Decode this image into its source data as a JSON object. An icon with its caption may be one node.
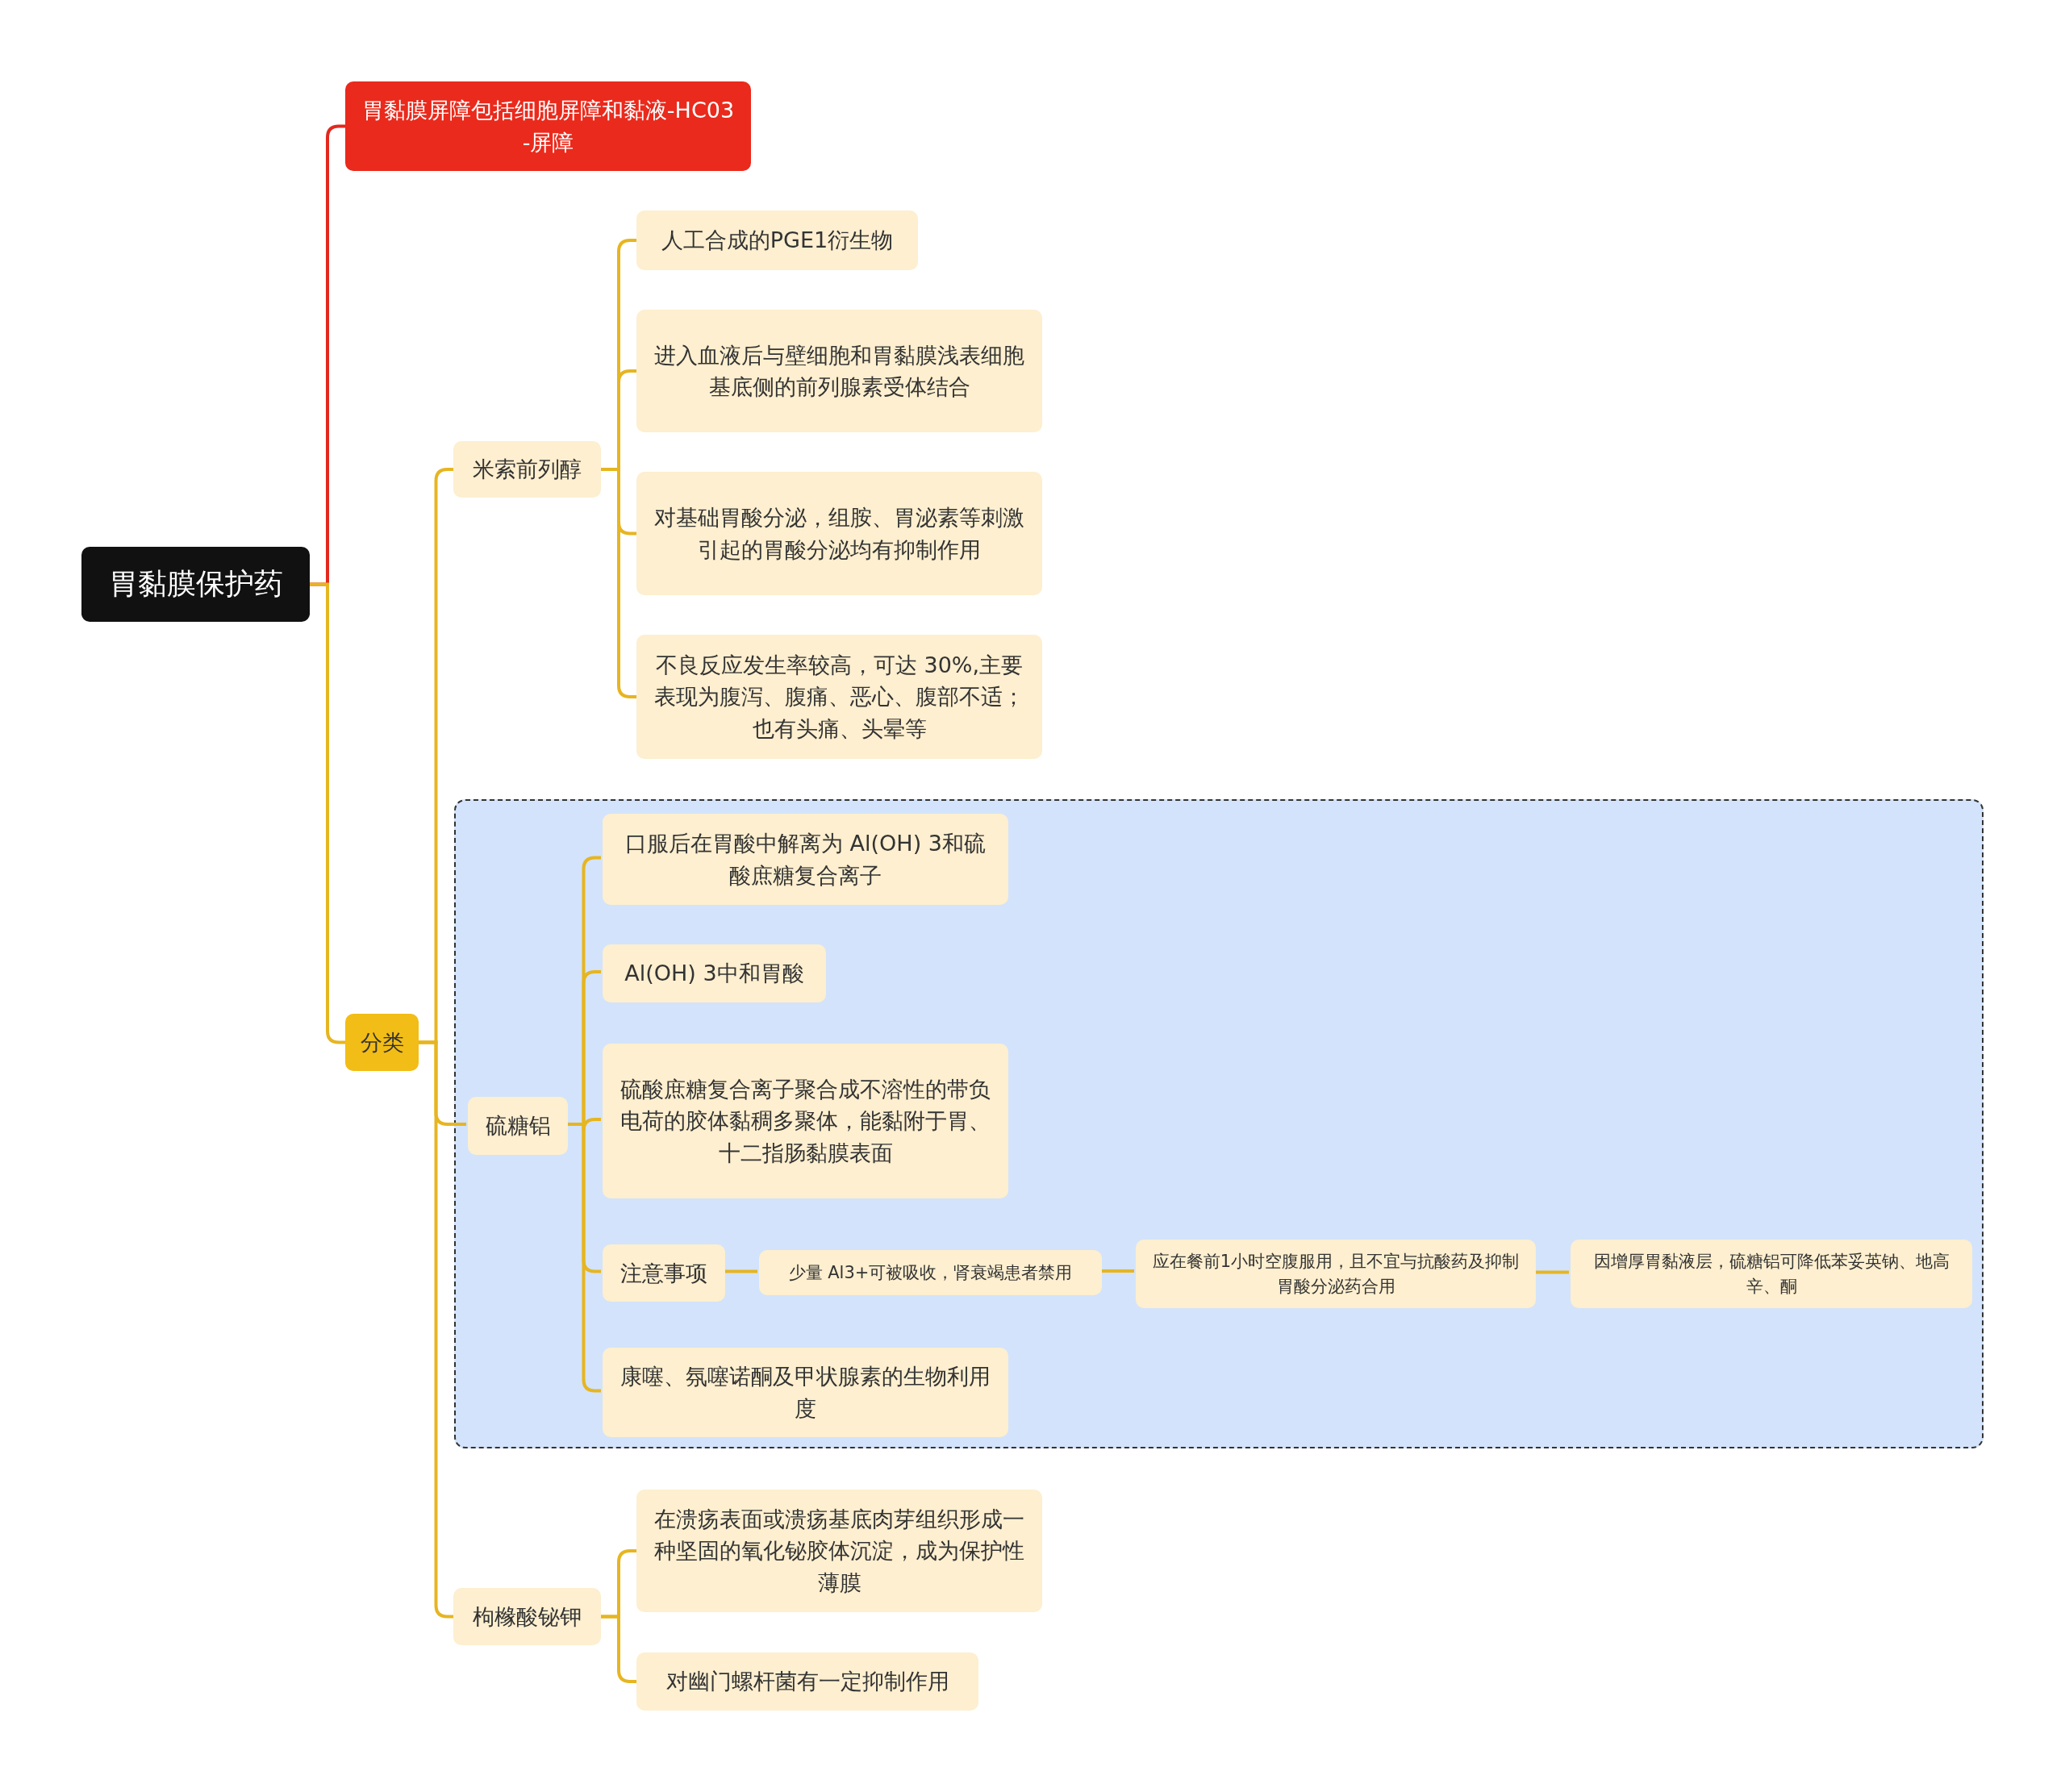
{
  "diagram": {
    "nodes": [
      {
        "text": [
          "胃黏膜保护药"
        ]
      },
      {
        "text": [
          "胃黏膜屏障包括细胞屏障和黏液-HC03 -屏障"
        ]
      },
      {
        "text": [
          "分类"
        ]
      },
      {
        "text": [
          "米索前列醇"
        ]
      },
      {
        "text": [
          "人工合成的PGE1衍生物"
        ]
      },
      {
        "text": [
          "进入血液后与壁细胞和胃黏膜浅表细胞基底侧的前列腺素受体结合"
        ]
      },
      {
        "text": [
          "对基础胃酸分泌，组胺、胃泌素等刺激引起的胃酸分泌均有抑制作用"
        ]
      },
      {
        "text": [
          "不良反应发生率较高，可达 30%,主要表现为腹泻、腹痛、恶心、腹部不适；也有头痛、头晕等"
        ]
      },
      {
        "text": [],
        "shape": "box"
      },
      {
        "text": [
          "硫糖铝"
        ],
        "in": 8
      },
      {
        "text": [
          "口服后在胃酸中解离为 Al(OH) 3和硫酸庶糖复合离子"
        ],
        "in": 8
      },
      {
        "text": [
          "Al(OH) 3中和胃酸"
        ],
        "in": 8
      },
      {
        "text": [
          "硫酸庶糖复合离子聚合成不溶性的带负电荷的胶体黏稠多聚体，能黏附于胃、十二指肠黏膜表面"
        ],
        "in": 8
      },
      {
        "text": [
          "注意事项"
        ],
        "in": 8
      },
      {
        "text": [
          "少量 Al3+可被吸收，肾衰竭患者禁用"
        ],
        "in": 8
      },
      {
        "text": [
          "应在餐前1小时空腹服用，且不宜与抗酸药及抑制胃酸分泌药合用"
        ],
        "in": 8
      },
      {
        "text": [
          "因增厚胃黏液层，硫糖铝可降低苯妥英钠、地高辛、酮"
        ],
        "in": 8
      },
      {
        "text": [
          "康噻、氛噻诺酮及甲状腺素的生物利用度"
        ],
        "in": 8
      },
      {
        "text": [
          "枸橼酸铋钾"
        ]
      },
      {
        "text": [
          "在溃疡表面或溃疡基底肉芽组织形成一种坚固的氧化铋胶体沉淀，成为保护性薄膜"
        ]
      },
      {
        "text": [
          "对幽门螺杆菌有一定抑制作用"
        ]
      }
    ],
    "edges": [
      {
        "from": 0,
        "to": 1,
        "arrow": "none",
        "color": "#e3281e"
      },
      {
        "from": 0,
        "to": 2,
        "arrow": "none"
      },
      {
        "from": 2,
        "to": 3,
        "arrow": "none"
      },
      {
        "from": 3,
        "to": 4,
        "arrow": "none"
      },
      {
        "from": 3,
        "to": 5,
        "arrow": "none"
      },
      {
        "from": 3,
        "to": 6,
        "arrow": "none"
      },
      {
        "from": 3,
        "to": 7,
        "arrow": "none"
      },
      {
        "from": 2,
        "to": 9,
        "arrow": "none"
      },
      {
        "from": 9,
        "to": 10,
        "arrow": "none"
      },
      {
        "from": 9,
        "to": 11,
        "arrow": "none"
      },
      {
        "from": 9,
        "to": 12,
        "arrow": "none"
      },
      {
        "from": 9,
        "to": 13,
        "arrow": "none"
      },
      {
        "from": 9,
        "to": 17,
        "arrow": "none"
      },
      {
        "from": 13,
        "to": 14,
        "arrow": "none"
      },
      {
        "from": 14,
        "to": 15,
        "arrow": "none"
      },
      {
        "from": 15,
        "to": 16,
        "arrow": "none"
      },
      {
        "from": 2,
        "to": 18,
        "arrow": "none"
      },
      {
        "from": 18,
        "to": 19,
        "arrow": "none"
      },
      {
        "from": 18,
        "to": 20,
        "arrow": "none"
      }
    ]
  }
}
